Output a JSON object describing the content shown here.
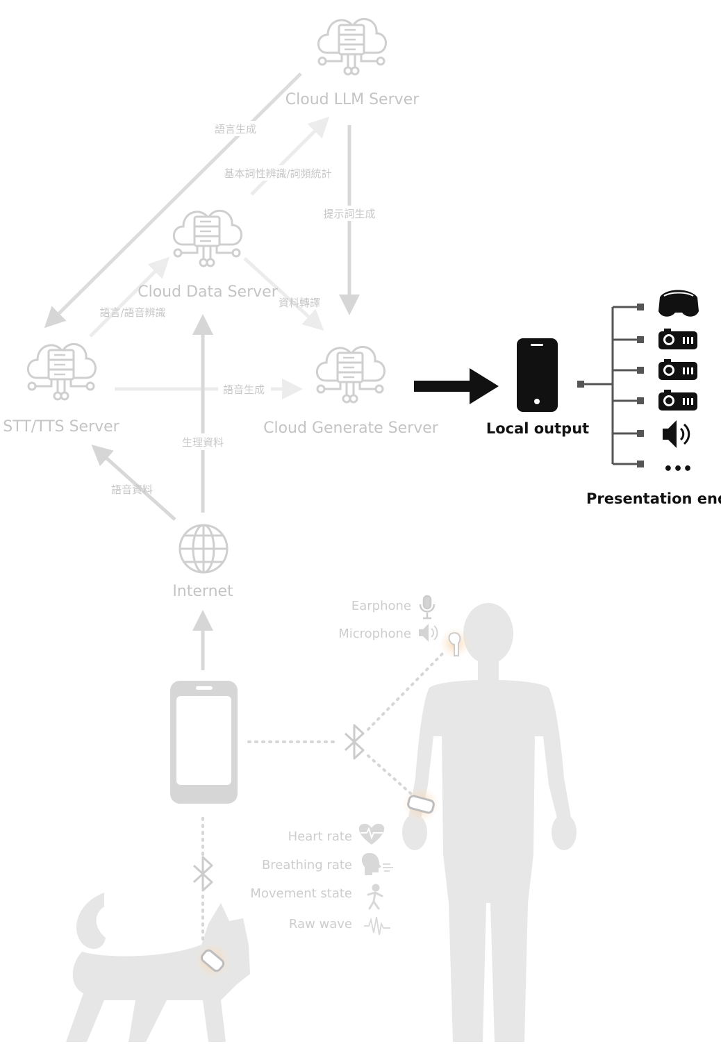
{
  "nodes": {
    "llm": "Cloud LLM Server",
    "data": "Cloud Data Server",
    "stt": "STT/TTS Server",
    "generate": "Cloud Generate Server",
    "internet": "Internet",
    "local_output": "Local output",
    "presentation_end": "Presentation end",
    "ellipsis": "•••"
  },
  "edges": {
    "lang_gen": "語言生成",
    "basic_stats": "基本詞性辨識/詞頻統計",
    "prompt_gen": "提示詞生成",
    "data_convert": "資料轉譯",
    "speech_recog": "語言/語音辨識",
    "voice_gen": "語音生成",
    "physio_data": "生理資料",
    "voice_data": "語音資料"
  },
  "sensors": {
    "earphone": "Earphone",
    "microphone": "Microphone",
    "heart_rate": "Heart rate",
    "breathing_rate": "Breathing rate",
    "movement_state": "Movement state",
    "raw_wave": "Raw wave"
  },
  "devices": [
    "vr-headset-icon",
    "projector-icon",
    "projector-icon",
    "projector-icon",
    "speaker-icon"
  ],
  "colors": {
    "faded": "#d4d4d4",
    "faded_text": "#c4c4c4",
    "dark": "#111111",
    "silhouette": "#e6e6e6",
    "glow": "#fbe3c8"
  }
}
